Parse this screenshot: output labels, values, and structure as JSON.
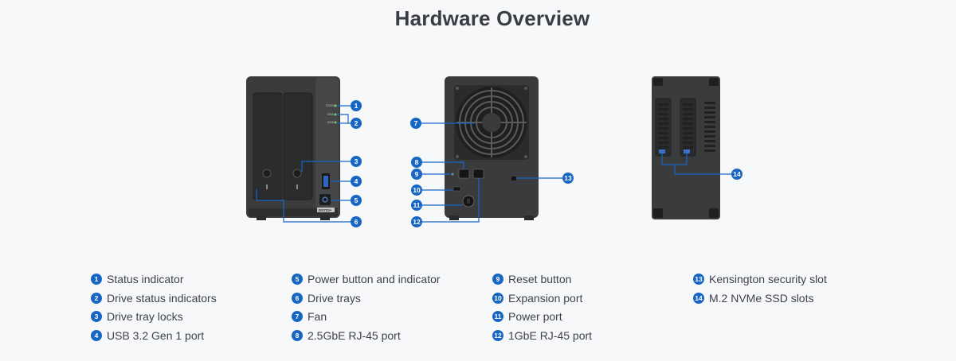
{
  "page": {
    "title": "Hardware Overview"
  },
  "colors": {
    "accent": "#1766c4",
    "device_body": "#3a3b3d",
    "device_dark": "#222324",
    "background": "#f7f8fa"
  },
  "front_panel": {
    "tiny_labels": [
      "STATUS",
      "DISK 1",
      "DISK 2"
    ],
    "model_badge": "DS723+"
  },
  "legend": [
    {
      "num": "1",
      "label": "Status indicator"
    },
    {
      "num": "2",
      "label": "Drive status indicators"
    },
    {
      "num": "3",
      "label": "Drive tray locks"
    },
    {
      "num": "4",
      "label": "USB 3.2 Gen 1 port"
    },
    {
      "num": "5",
      "label": "Power button and indicator"
    },
    {
      "num": "6",
      "label": "Drive trays"
    },
    {
      "num": "7",
      "label": "Fan"
    },
    {
      "num": "8",
      "label": "2.5GbE RJ-45 port"
    },
    {
      "num": "9",
      "label": "Reset button"
    },
    {
      "num": "10",
      "label": "Expansion port"
    },
    {
      "num": "11",
      "label": "Power port"
    },
    {
      "num": "12",
      "label": "1GbE RJ-45 port"
    },
    {
      "num": "13",
      "label": "Kensington security slot"
    },
    {
      "num": "14",
      "label": "M.2 NVMe SSD slots"
    }
  ]
}
